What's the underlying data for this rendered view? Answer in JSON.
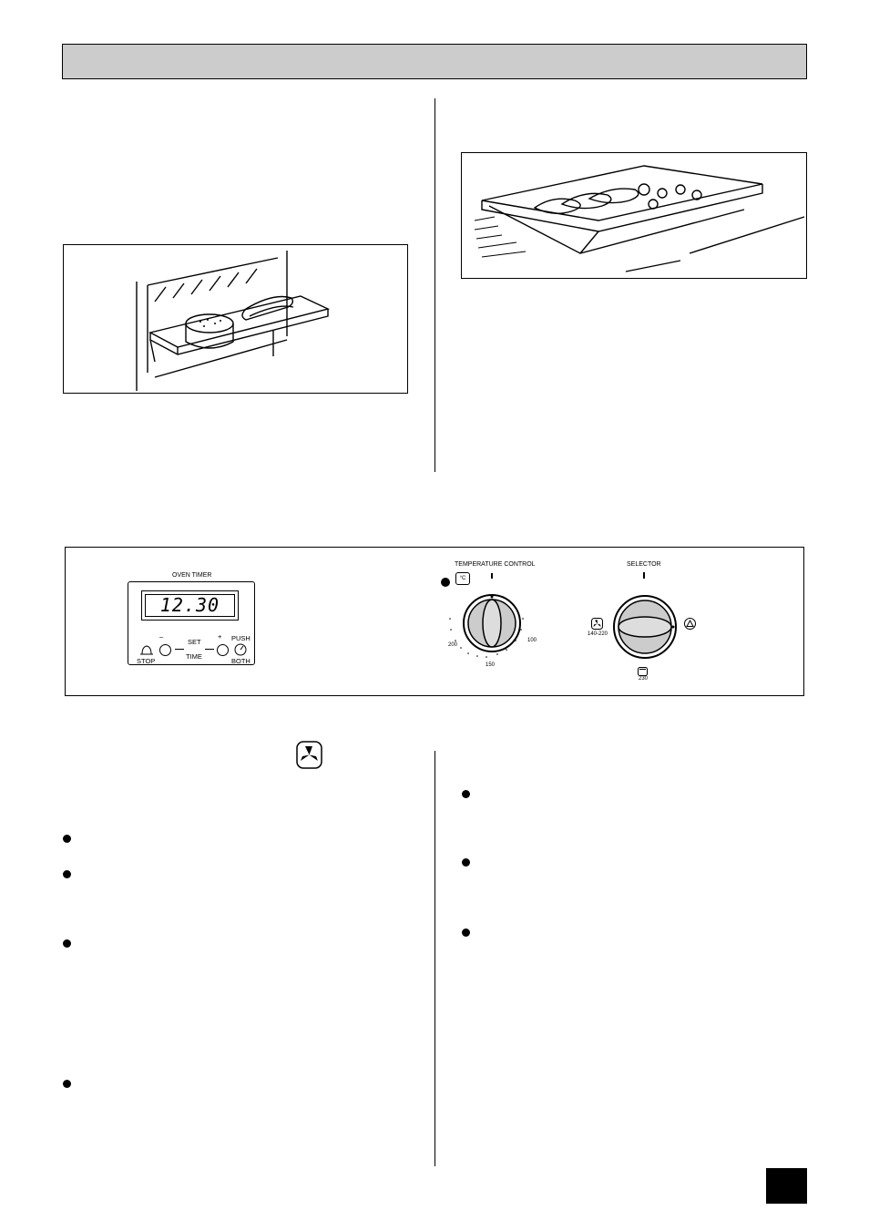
{
  "control_panel": {
    "oven_timer": {
      "title": "OVEN TIMER",
      "display": "12.30",
      "minus": "–",
      "plus": "+",
      "set": "SET",
      "time": "TIME",
      "stop": "STOP",
      "push": "PUSH",
      "both": "BOTH"
    },
    "temperature_control": {
      "title": "TEMPERATURE CONTROL",
      "unit": "°C",
      "ticks": [
        "200",
        "150",
        "100"
      ]
    },
    "selector": {
      "title": "SELECTOR",
      "fan_range": "140-220",
      "bottom_value": "230"
    }
  },
  "illustrations": {
    "left": "oven-shelf-with-cake-and-sausages",
    "right": "grill-pan-with-fish"
  },
  "icons": [
    "fan-oven-icon",
    "bell-icon",
    "clock-icon",
    "grill-icon",
    "conventional-oven-icon"
  ]
}
